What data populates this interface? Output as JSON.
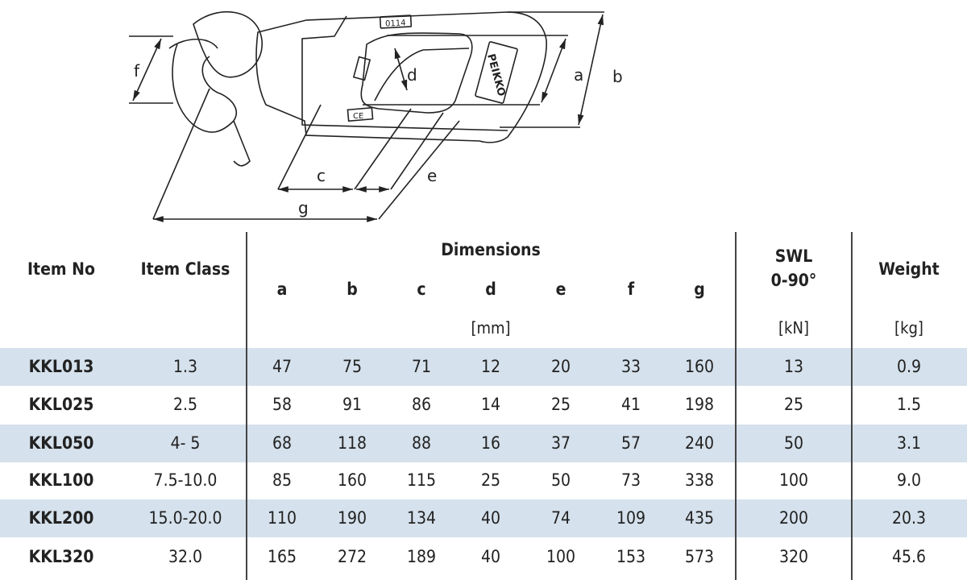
{
  "drawing": {
    "labels": {
      "a": "a",
      "b": "b",
      "c": "c",
      "d": "d",
      "e": "e",
      "f": "f",
      "g": "g"
    },
    "marking_code": "0114",
    "logo": "PEIKKO",
    "ce_mark": "CE"
  },
  "table": {
    "headers": {
      "item_no": "Item No",
      "item_class": "Item Class",
      "dimensions": "Dimensions",
      "dims": [
        "a",
        "b",
        "c",
        "d",
        "e",
        "f",
        "g"
      ],
      "dims_unit": "[mm]",
      "swl": "SWL",
      "swl_angle": "0-90°",
      "swl_unit": "[kN]",
      "weight": "Weight",
      "weight_unit": "[kg]"
    },
    "stripe_color": "#d5e1ec",
    "rows": [
      {
        "item": "KKL013",
        "class": "1.3",
        "d": [
          "47",
          "75",
          "71",
          "12",
          "20",
          "33",
          "160"
        ],
        "swl": "13",
        "weight": "0.9"
      },
      {
        "item": "KKL025",
        "class": "2.5",
        "d": [
          "58",
          "91",
          "86",
          "14",
          "25",
          "41",
          "198"
        ],
        "swl": "25",
        "weight": "1.5"
      },
      {
        "item": "KKL050",
        "class": "4- 5",
        "d": [
          "68",
          "118",
          "88",
          "16",
          "37",
          "57",
          "240"
        ],
        "swl": "50",
        "weight": "3.1"
      },
      {
        "item": "KKL100",
        "class": "7.5-10.0",
        "d": [
          "85",
          "160",
          "115",
          "25",
          "50",
          "73",
          "338"
        ],
        "swl": "100",
        "weight": "9.0"
      },
      {
        "item": "KKL200",
        "class": "15.0-20.0",
        "d": [
          "110",
          "190",
          "134",
          "40",
          "74",
          "109",
          "435"
        ],
        "swl": "200",
        "weight": "20.3"
      },
      {
        "item": "KKL320",
        "class": "32.0",
        "d": [
          "165",
          "272",
          "189",
          "40",
          "100",
          "153",
          "573"
        ],
        "swl": "320",
        "weight": "45.6"
      }
    ]
  }
}
